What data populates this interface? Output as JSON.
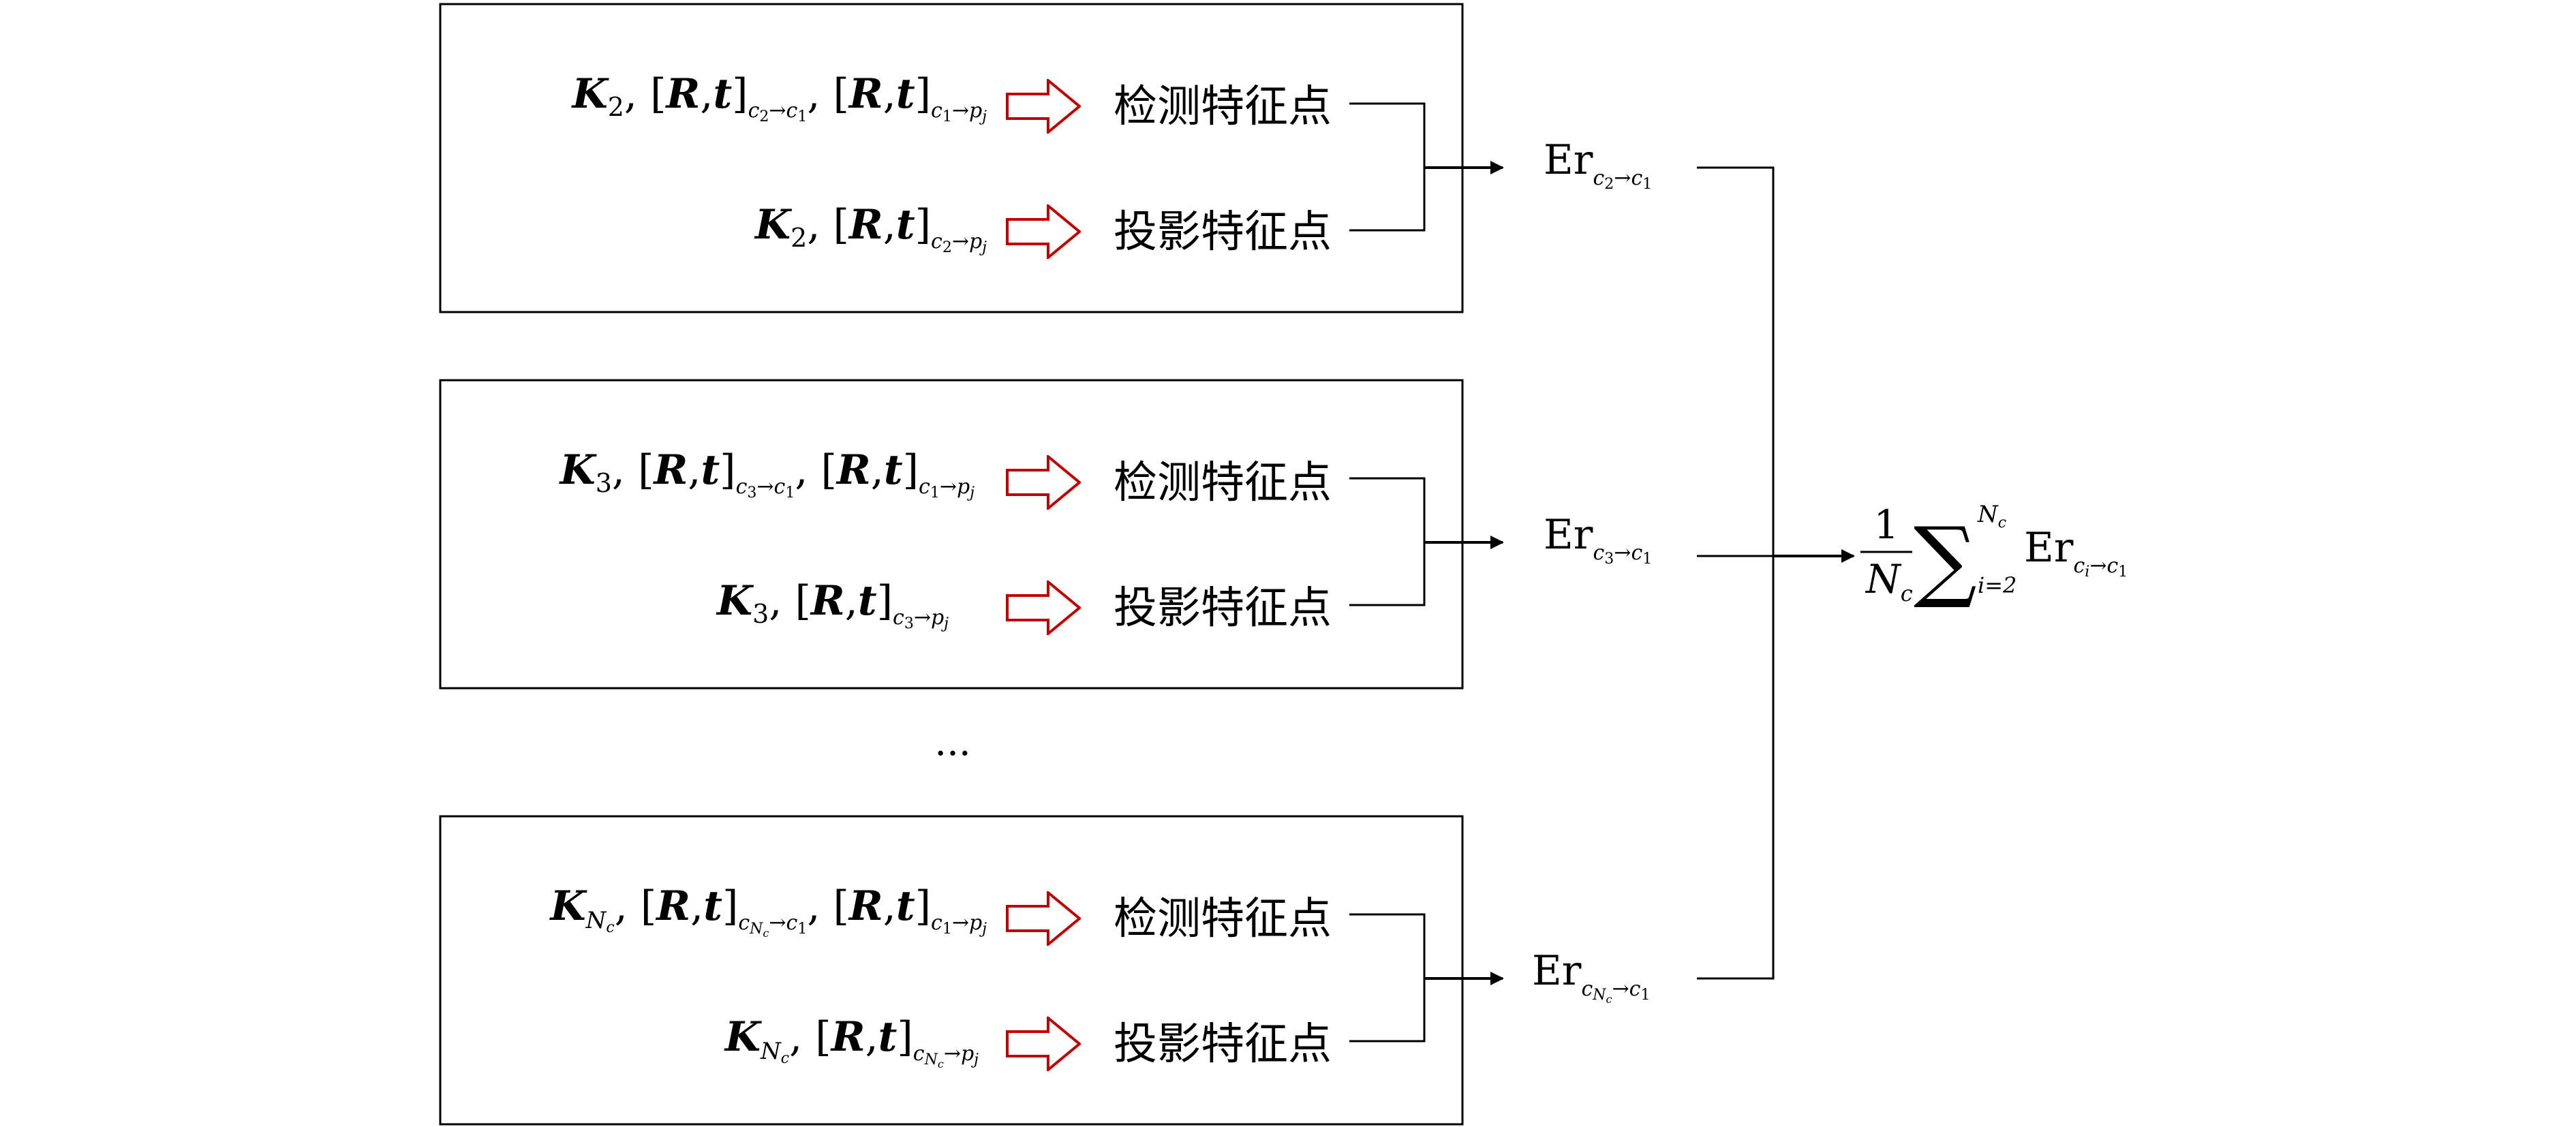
{
  "colors": {
    "line": "#000000",
    "arrow_outline": "#c00000",
    "background": "#ffffff"
  },
  "labels": {
    "detect": "检测特征点",
    "project": "投影特征点",
    "ellipsis": "...",
    "er": "Er"
  },
  "symbols": {
    "K": "K",
    "R": "R",
    "t": "t",
    "arrow": "→",
    "one": "1",
    "N": "N",
    "c": "c",
    "sigma": "∑",
    "i_eq_2": "i=2",
    "c_i": "c",
    "i": "i"
  },
  "blocks": [
    {
      "id": "2",
      "k_sub": "2",
      "detect_subs": {
        "rt1_from": "c",
        "rt1_from_idx": "2",
        "rt1_to": "c",
        "rt1_to_idx": "1",
        "rt2_from": "c",
        "rt2_from_idx": "1",
        "rt2_to": "p",
        "rt2_to_idx": "j"
      },
      "project_subs": {
        "from": "c",
        "from_idx": "2",
        "to": "p",
        "to_idx": "j"
      },
      "er_sub": {
        "from": "c",
        "from_idx": "2",
        "to": "c",
        "to_idx": "1"
      }
    },
    {
      "id": "3",
      "k_sub": "3",
      "detect_subs": {
        "rt1_from": "c",
        "rt1_from_idx": "3",
        "rt1_to": "c",
        "rt1_to_idx": "1",
        "rt2_from": "c",
        "rt2_from_idx": "1",
        "rt2_to": "p",
        "rt2_to_idx": "j"
      },
      "project_subs": {
        "from": "c",
        "from_idx": "3",
        "to": "p",
        "to_idx": "j"
      },
      "er_sub": {
        "from": "c",
        "from_idx": "3",
        "to": "c",
        "to_idx": "1"
      }
    },
    {
      "id": "Nc",
      "k_sub": "N",
      "k_sub_idx": "c",
      "detect_subs": {
        "rt1_from": "c",
        "rt1_from_idx": "N",
        "rt1_from_idx2": "c",
        "rt1_to": "c",
        "rt1_to_idx": "1",
        "rt2_from": "c",
        "rt2_from_idx": "1",
        "rt2_to": "p",
        "rt2_to_idx": "j"
      },
      "project_subs": {
        "from": "c",
        "from_idx": "N",
        "from_idx2": "c",
        "to": "p",
        "to_idx": "j"
      },
      "er_sub": {
        "from": "c",
        "from_idx": "N",
        "from_idx2": "c",
        "to": "c",
        "to_idx": "1"
      }
    }
  ]
}
